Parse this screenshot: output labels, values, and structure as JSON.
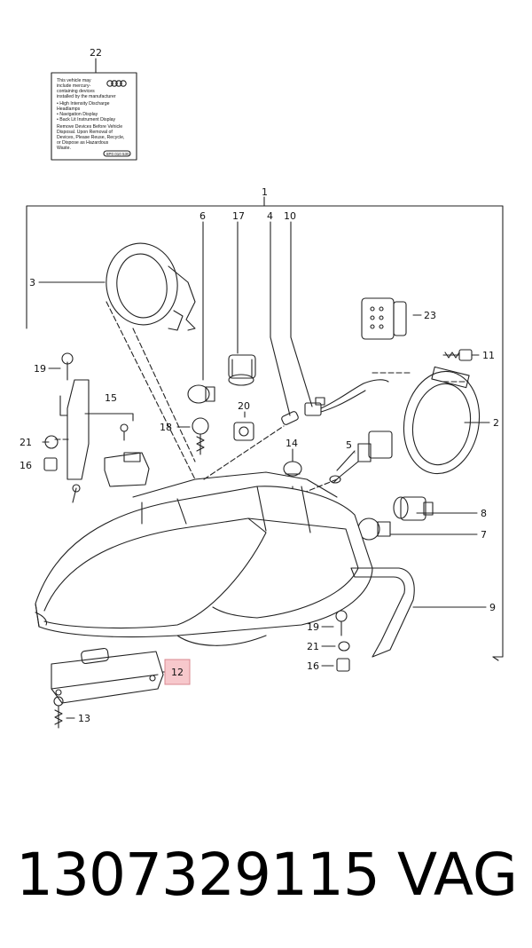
{
  "footer": {
    "part_number": "1307329115",
    "brand": "VAG"
  },
  "warning_label": {
    "callout": "22",
    "lines": [
      "This vehicle may",
      "include mercury-",
      "containing devices",
      "installed by the manufacturer",
      "• High Intensity Discharge",
      "  Headlamps",
      "• Navigation Display",
      "• Back Lit Instrument Display",
      "Remove Devices Before Vehicle",
      "Disposal. Upon Removal of",
      "Devices, Please Reuse, Recycle,",
      "or Dispose as Hazardous",
      "Waste."
    ],
    "code": "8P0 010 530"
  },
  "callouts": {
    "c1": "1",
    "c2": "2",
    "c3": "3",
    "c4": "4",
    "c5": "5",
    "c6": "6",
    "c7": "7",
    "c8": "8",
    "c9": "9",
    "c10": "10",
    "c11": "11",
    "c12": "12",
    "c13": "13",
    "c14": "14",
    "c15": "15",
    "c16a": "16",
    "c16b": "16",
    "c17": "17",
    "c18": "18",
    "c19a": "19",
    "c19b": "19",
    "c20": "20",
    "c21a": "21",
    "c21b": "21",
    "c23": "23"
  },
  "highlight_color": "#f7c8cc",
  "line_color": "#222222"
}
